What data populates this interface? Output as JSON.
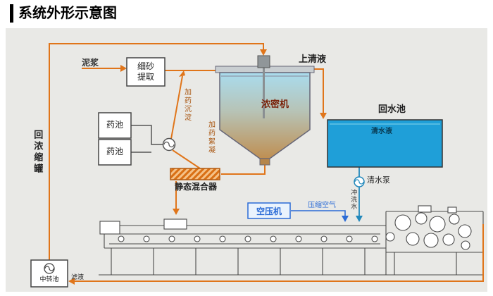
{
  "title": "系统外形示意图",
  "colors": {
    "flow_line": "#e0751a",
    "water_fill": "#1f9fd8",
    "air_line": "#2b6bd6",
    "thickener_label": "#7a2008",
    "machine_line": "#4a4a4a",
    "panel_bg": "#e9e9e6"
  },
  "labels": {
    "mud": "泥浆",
    "sand_extraction_line1": "细砂",
    "sand_extraction_line2": "提取",
    "supernatant": "上清液",
    "thickener": "浓密机",
    "return_pool": "回水池",
    "clear_water": "清水液",
    "chem_pool_1": "药池",
    "chem_pool_2": "药池",
    "dose_sediment": "加药沉淀",
    "dose_flocculation": "加药絮凝",
    "static_mixer": "静态混合器",
    "return_concentrate_tank": "回浓缩罐",
    "clean_water_pump": "清水泵",
    "flush_water": "冲洗水",
    "air_compressor": "空压机",
    "compressed_air": "压缩空气",
    "transfer_pool": "中转池",
    "filtrate": "滤液"
  }
}
